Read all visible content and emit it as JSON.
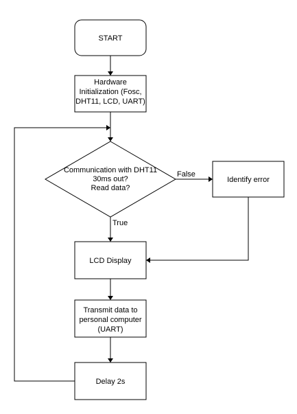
{
  "nodes": {
    "start": {
      "lines": [
        "START"
      ]
    },
    "hardware": {
      "lines": [
        "Hardware",
        "Initialization (Fosc,",
        "DHT11, LCD, UART)"
      ]
    },
    "decision": {
      "lines": [
        "Communication with DHT11",
        "30ms out?",
        "Read data?"
      ]
    },
    "identify": {
      "lines": [
        "Identify error"
      ]
    },
    "lcd": {
      "lines": [
        "LCD Display"
      ]
    },
    "transmit": {
      "lines": [
        "Transmit data to",
        "personal computer",
        "(UART)"
      ]
    },
    "delay": {
      "lines": [
        "Delay 2s"
      ]
    }
  },
  "edges": {
    "false_label": "False",
    "true_label": "True"
  }
}
